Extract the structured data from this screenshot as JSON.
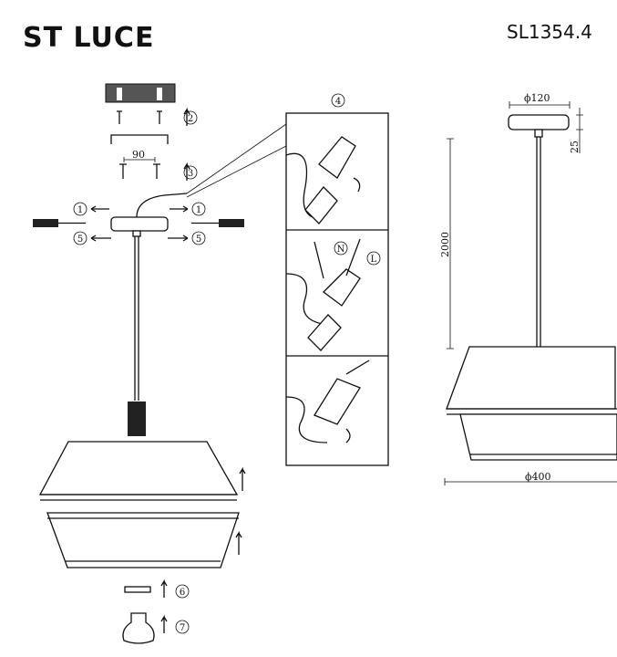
{
  "header": {
    "brand": "ST LUCE",
    "model": "SL1354.4"
  },
  "steps": {
    "s1": "1",
    "s2": "2",
    "s3": "3",
    "s4": "4",
    "s5": "5",
    "s6": "6",
    "s7": "7"
  },
  "wiring": {
    "neutral": "N",
    "live": "L"
  },
  "dimensions": {
    "bracket_spacing": "90",
    "canopy_diameter": "ϕ120",
    "canopy_height": "25",
    "suspension_length": "2000",
    "shade_diameter": "ϕ400"
  }
}
